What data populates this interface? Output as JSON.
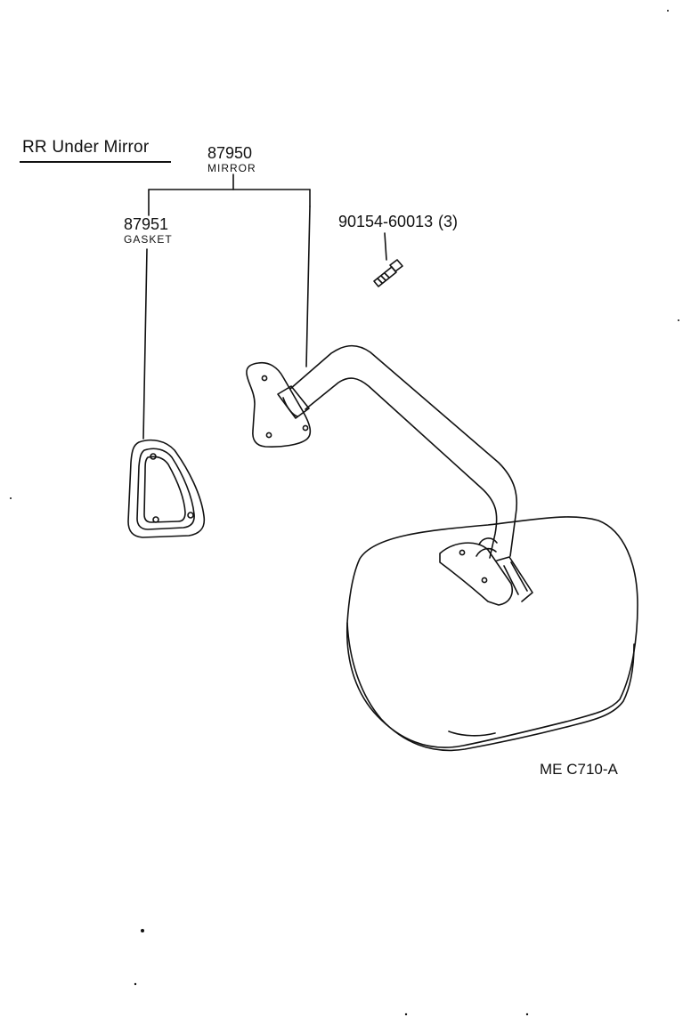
{
  "title": "RR  Under Mirror",
  "parts": {
    "mirror": {
      "number": "87950",
      "name": "MIRROR"
    },
    "gasket": {
      "number": "87951",
      "name": "GASKET"
    },
    "screw": {
      "number": "90154-60013",
      "qty": "(3)"
    }
  },
  "diagram_code": "ME  C710-A",
  "colors": {
    "ink": "#111111",
    "paper": "#ffffff"
  }
}
